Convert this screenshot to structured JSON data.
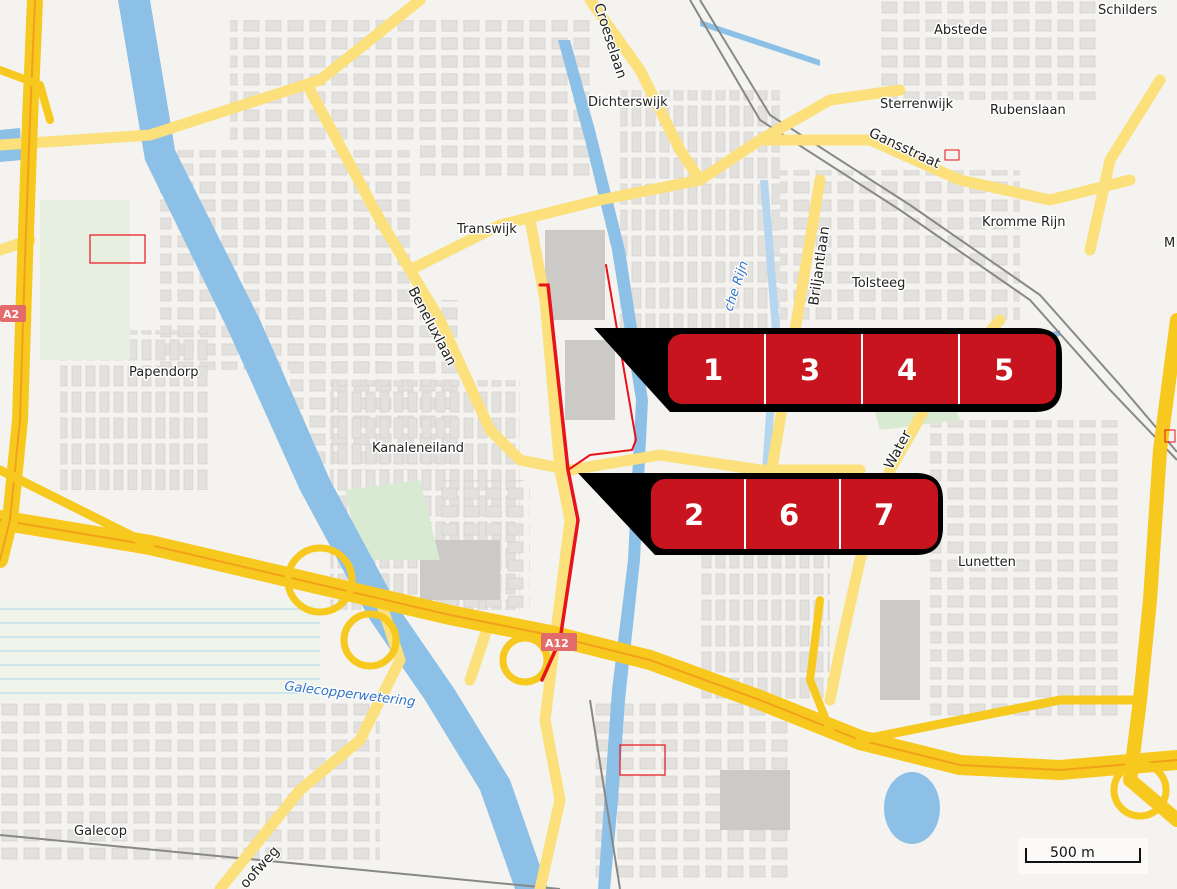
{
  "places": {
    "abstede": "Abstede",
    "schilders": "Schilders",
    "dichterswijk": "Dichterswijk",
    "sterrenwijk": "Sterrenwijk",
    "rubenslaan": "Rubenslaan",
    "transwijk": "Transwijk",
    "kromme_rijn": "Kromme Rijn",
    "tolsteeg": "Tolsteeg",
    "papendorp": "Papendorp",
    "kanaleneiland": "Kanaleneiland",
    "lunetten": "Lunetten",
    "galecop": "Galecop",
    "m_edge": "M"
  },
  "streets": {
    "croeselaan": "Croeselaan",
    "gansstraat": "Gansstraat",
    "briljantlaan": "Briljantlaan",
    "beneluxlaan": "Beneluxlaan",
    "waterlinie": "Water",
    "pofweg": "oofweg"
  },
  "water": {
    "vaartsche_rijn": "che Rijn",
    "galecopperwetering": "Galecopperwetering"
  },
  "shields": {
    "a2": "A2",
    "a12": "A12"
  },
  "callouts": {
    "upper": [
      "1",
      "3",
      "4",
      "5"
    ],
    "lower": [
      "2",
      "6",
      "7"
    ]
  },
  "scale": {
    "label": "500 m"
  },
  "colors": {
    "land": "#f4f3ef",
    "water": "#8cc0e6",
    "highway": "#f7c81e",
    "main_road": "#fbe07b",
    "route": "#e8121b",
    "badge": "#c8141e",
    "badge_shadow": "#000000"
  }
}
